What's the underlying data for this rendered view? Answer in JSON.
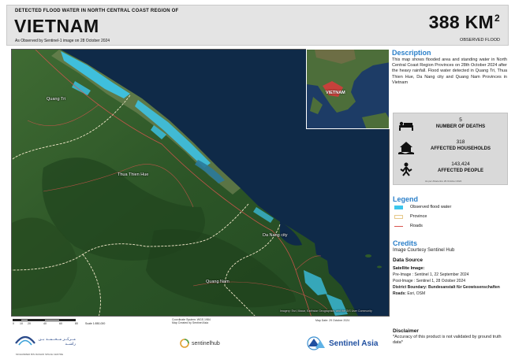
{
  "header": {
    "subtitle": "DETECTED FLOOD WATER IN NORTH CENTRAL COAST REGION OF",
    "title": "VIETNAM",
    "observed_note": "As Observed by Sentinel-1 image on 28 October 2024",
    "area_value": "388 KM",
    "area_superscript": "2",
    "area_label": "OBSERVED FLOOD"
  },
  "map": {
    "place_labels": {
      "quang_tri": "Quang Tri",
      "thua_thien_hue": "Thua Thien Hue",
      "da_nang": "Da Nang city",
      "quang_nam": "Quang Nam"
    },
    "inset_label": "VIETNAM",
    "imagery_credit": "Imagery: Esri, Maxar, Earthstar Geographics, and the GIS User Community",
    "colors": {
      "sea": "#0f2a48",
      "land": "#2f5a2a",
      "flood": "#3cc6ec",
      "province_boundary": "#f0e6c8",
      "roads": "#d9544f"
    }
  },
  "footer": {
    "scale_labels": [
      "0",
      "10",
      "20",
      "40",
      "60",
      "80"
    ],
    "scale_unit": "Scale 1:850,000",
    "projection": "Coordinate System: WGS 1984",
    "projection_2": "Map Created by Sentinel Asia",
    "right_note": "Map Date: 29 October 2024",
    "logo_sentinel_hub": "sentinelhub",
    "logo_sentinel_asia": "Sentinel Asia",
    "logo_uae_arabic": "مــركــز مــحــمــد بــن راشــد",
    "logo_uae_english": "MOHAMMED BIN RASHID SPACE CENTRE"
  },
  "description": {
    "title": "Description",
    "body": "This map shows flooded area and standing water in North Central Coast Region Provinces on 28th October 2024 after the heavy rainfall. Flood water detected in Quang Tri, Thua Thien Hue, Da Nang city and Quang Nam Provinces in Vietnam"
  },
  "stats": [
    {
      "value": "5",
      "label": "NUMBER OF DEATHS",
      "icon": "deaths-icon"
    },
    {
      "value": "318",
      "label": "AFFECTED HOUSEHOLDS",
      "icon": "household-icon"
    },
    {
      "value": "143,424",
      "label": "AFFECTED PEOPLE",
      "icon": "people-icon"
    }
  ],
  "stats_source": "As per Ahacentre 29 October 2024",
  "legend": {
    "title": "Legend",
    "items": [
      {
        "label": "Observed flood water",
        "color": "#3cc6ec",
        "kind": "fill"
      },
      {
        "label": "Province",
        "color": "#f0e6c8",
        "kind": "box"
      },
      {
        "label": "Roads",
        "color": "#d9544f",
        "kind": "line"
      }
    ]
  },
  "credits": {
    "title": "Credits",
    "body": "Image Courtesy Sentinel Hub"
  },
  "data_source": {
    "title": "Data Source",
    "satellite_label": "Satellite Image:",
    "pre_image": "Pre-Image : Sentinel 1, 22 September 2024",
    "post_image": "Post-Image : Sentinel 1, 28 October 2024",
    "district_boundary": "District Boundary: Bundesanstalt für Geowissenschaften",
    "roads_label": "Roads:",
    "roads_value": "Esri, OSM"
  },
  "disclaimer": {
    "title": "Disclaimer",
    "body": "*Accuracy of this product is not validated by ground truth data*"
  }
}
